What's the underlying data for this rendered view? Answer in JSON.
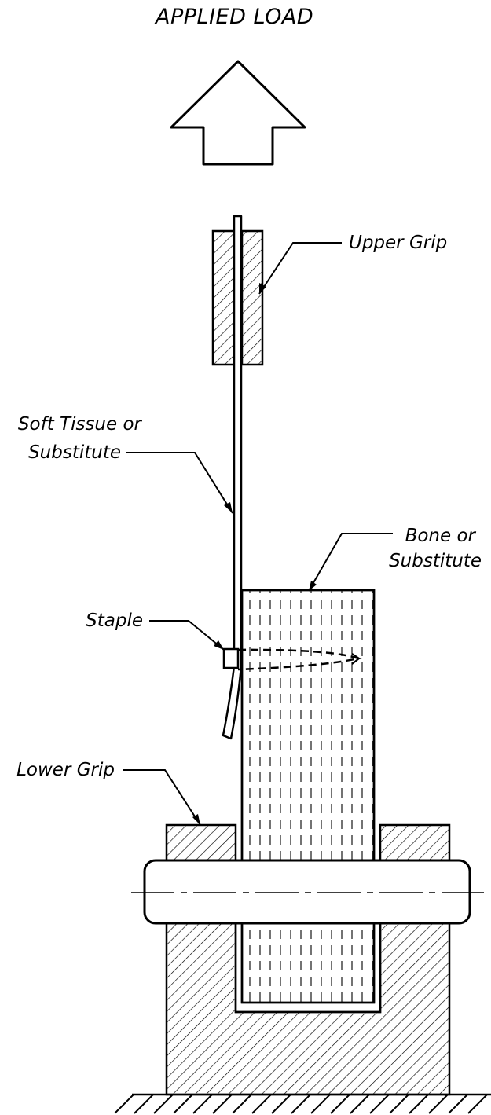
{
  "title": "APPLIED LOAD",
  "labels": {
    "upper_grip": "Upper Grip",
    "soft_tissue_line1": "Soft Tissue or",
    "soft_tissue_line2": "Substitute",
    "bone_line1": "Bone or",
    "bone_line2": "Substitute",
    "staple": "Staple",
    "lower_grip": "Lower Grip"
  }
}
